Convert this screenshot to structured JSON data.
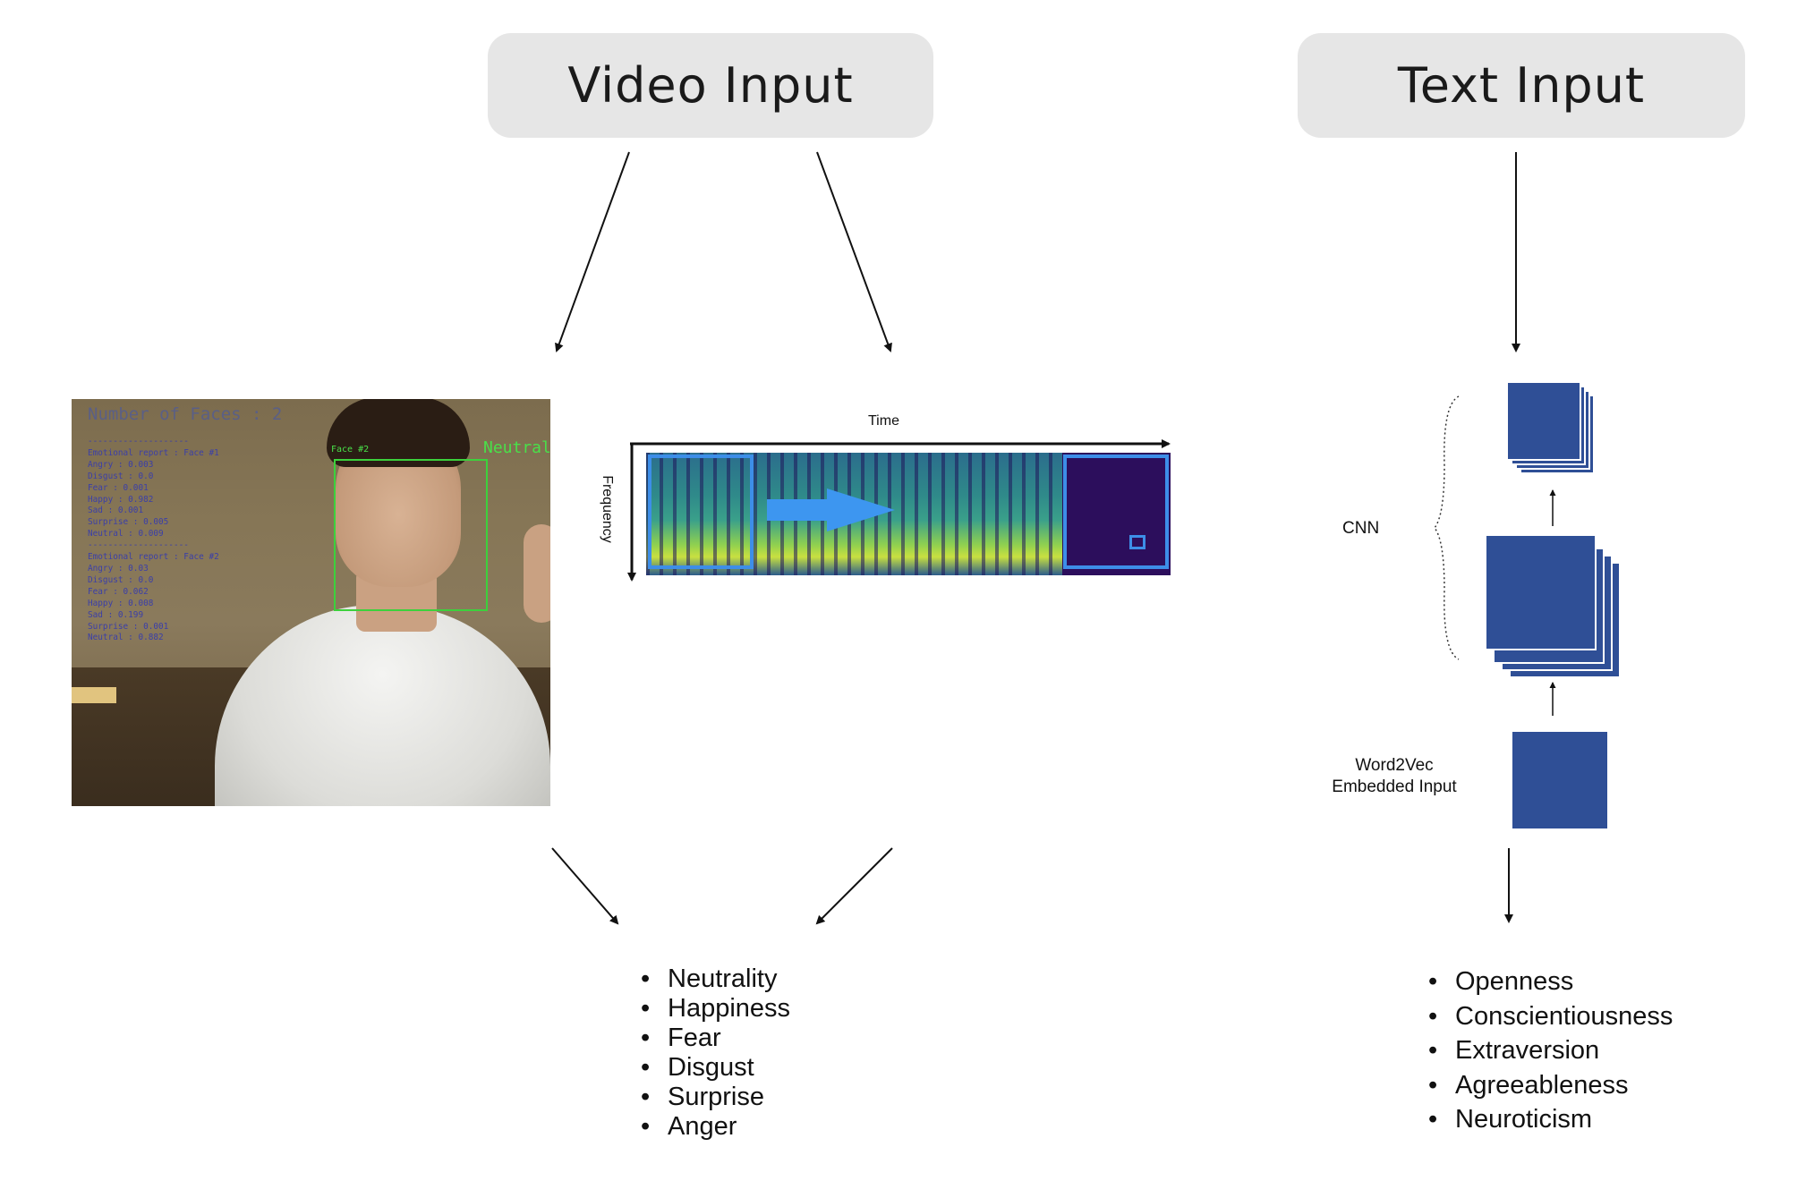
{
  "header": {
    "video_input_label": "Video Input",
    "text_input_label": "Text Input"
  },
  "face_panel": {
    "faces_count": "Number of Faces : 2",
    "detected_label": "Neutral",
    "face_tag": "Face #2",
    "report_face_1": [
      "Emotional report : Face #1",
      "Angry : 0.003",
      "Disgust : 0.0",
      "Fear : 0.001",
      "Happy : 0.982",
      "Sad : 0.001",
      "Surprise : 0.005",
      "Neutral : 0.009"
    ],
    "report_face_2": [
      "Emotional report : Face #2",
      "Angry : 0.03",
      "Disgust : 0.0",
      "Fear : 0.062",
      "Happy : 0.008",
      "Sad : 0.199",
      "Surprise : 0.001",
      "Neutral : 0.882"
    ]
  },
  "spectrogram": {
    "time_label": "Time",
    "frequency_label": "Frequency"
  },
  "cnn": {
    "cnn_label": "CNN",
    "embedding_label_line1": "Word2Vec",
    "embedding_label_line2": "Embedded Input"
  },
  "video_outputs": [
    "Neutrality",
    "Happiness",
    "Fear",
    "Disgust",
    "Surprise",
    "Anger"
  ],
  "text_outputs": [
    "Openness",
    "Conscientiousness",
    "Extraversion",
    "Agreeableness",
    "Neuroticism"
  ],
  "colors": {
    "pill_bg": "#e6e6e6",
    "cnn_block": "#2f4f96",
    "highlight_blue": "#3d8ee8",
    "detection_green": "#3cd13c"
  }
}
